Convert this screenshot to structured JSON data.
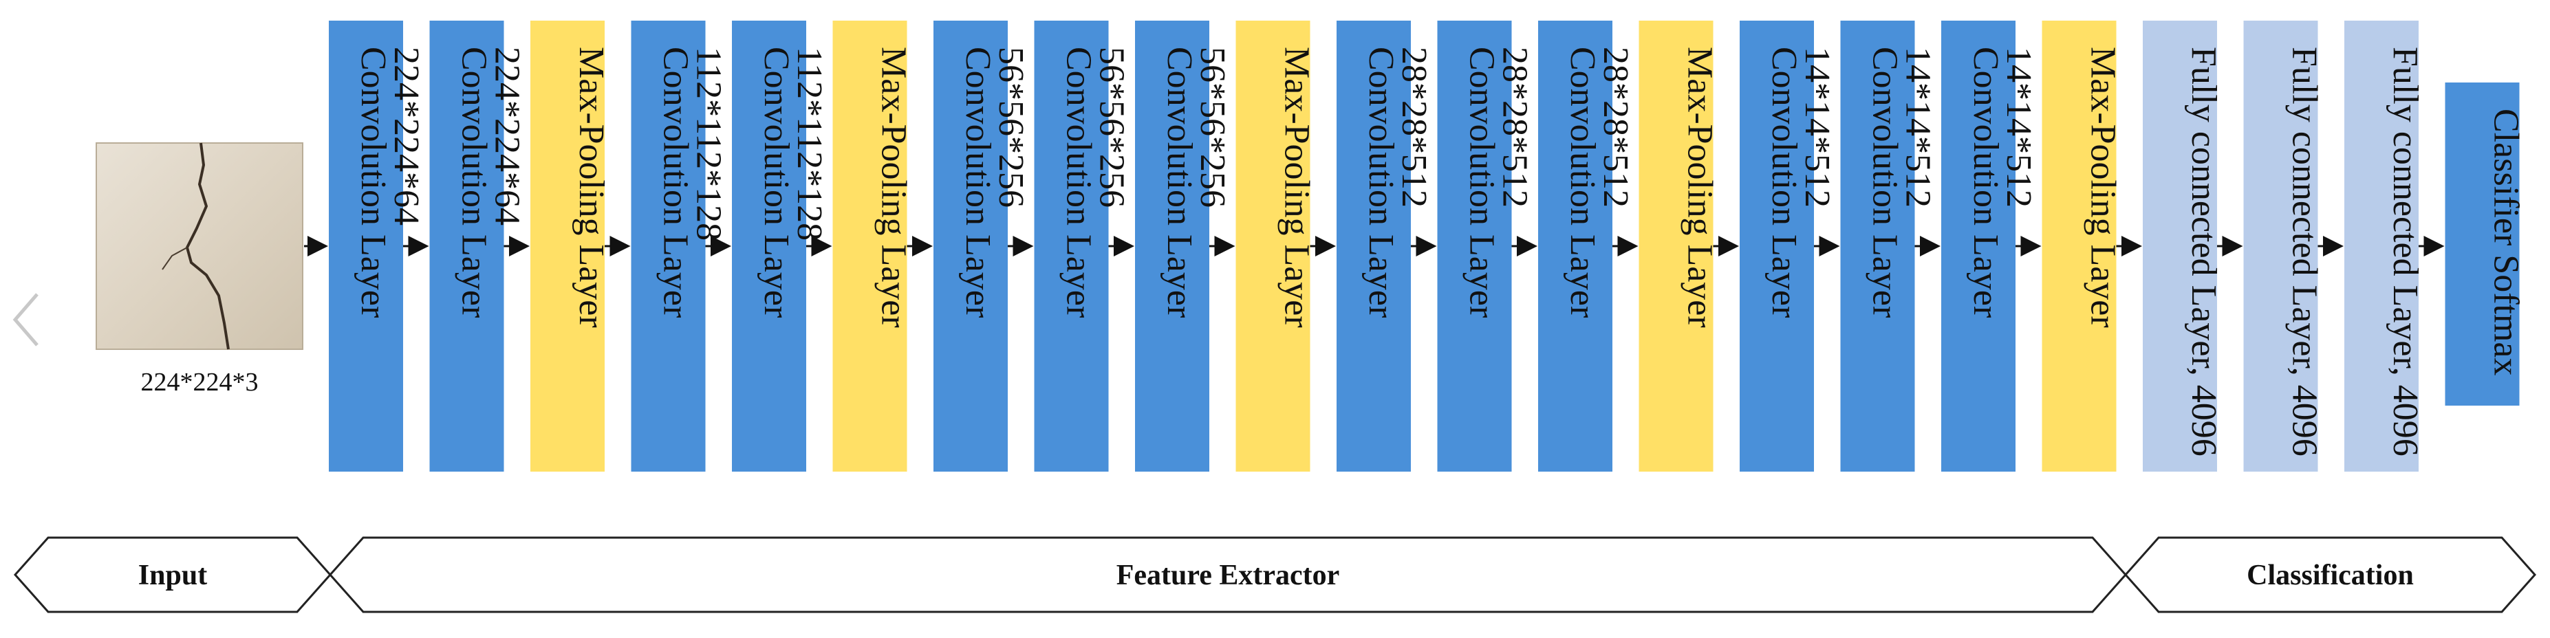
{
  "colors": {
    "conv": "#4A90D9",
    "pool": "#FFE066",
    "fc": "#B8CCEA",
    "classifier": "#4A90D9",
    "arrow": "#111111",
    "stage_border": "#222222"
  },
  "nav": {
    "icon": "chevron-left-icon"
  },
  "input": {
    "image_icon": "crack-image",
    "label": "224*224*3"
  },
  "layers": [
    {
      "type": "conv",
      "lines": [
        "Convolution Layer",
        "224*224*64"
      ]
    },
    {
      "type": "conv",
      "lines": [
        "Convolution Layer",
        "224*224*64"
      ]
    },
    {
      "type": "pool",
      "lines": [
        "Max-Pooling Layer"
      ]
    },
    {
      "type": "conv",
      "lines": [
        "Convolution Layer",
        "112*112*128"
      ]
    },
    {
      "type": "conv",
      "lines": [
        "Convolution Layer",
        "112*112*128"
      ]
    },
    {
      "type": "pool",
      "lines": [
        "Max-Pooling Layer"
      ]
    },
    {
      "type": "conv",
      "lines": [
        "Convolution Layer",
        "56*56*256"
      ]
    },
    {
      "type": "conv",
      "lines": [
        "Convolution Layer",
        "56*56*256"
      ]
    },
    {
      "type": "conv",
      "lines": [
        "Convolution Layer",
        "56*56*256"
      ]
    },
    {
      "type": "pool",
      "lines": [
        "Max-Pooling Layer"
      ]
    },
    {
      "type": "conv",
      "lines": [
        "Convolution Layer",
        "28*28*512"
      ]
    },
    {
      "type": "conv",
      "lines": [
        "Convolution Layer",
        "28*28*512"
      ]
    },
    {
      "type": "conv",
      "lines": [
        "Convolution Layer",
        "28*28*512"
      ]
    },
    {
      "type": "pool",
      "lines": [
        "Max-Pooling Layer"
      ]
    },
    {
      "type": "conv",
      "lines": [
        "Convolution Layer",
        "14*14*512"
      ]
    },
    {
      "type": "conv",
      "lines": [
        "Convolution Layer",
        "14*14*512"
      ]
    },
    {
      "type": "conv",
      "lines": [
        "Convolution Layer",
        "14*14*512"
      ]
    },
    {
      "type": "pool",
      "lines": [
        "Max-Pooling Layer"
      ]
    },
    {
      "type": "fc",
      "lines": [
        "Fully connected Layer, 4096"
      ]
    },
    {
      "type": "fc",
      "lines": [
        "Fully connected Layer, 4096"
      ]
    },
    {
      "type": "fc",
      "lines": [
        "Fully connected Layer, 4096"
      ]
    },
    {
      "type": "classifier",
      "lines": [
        "Classifier Softmax"
      ]
    }
  ],
  "stages": [
    {
      "label": "Input"
    },
    {
      "label": "Feature Extractor"
    },
    {
      "label": "Classification"
    }
  ]
}
